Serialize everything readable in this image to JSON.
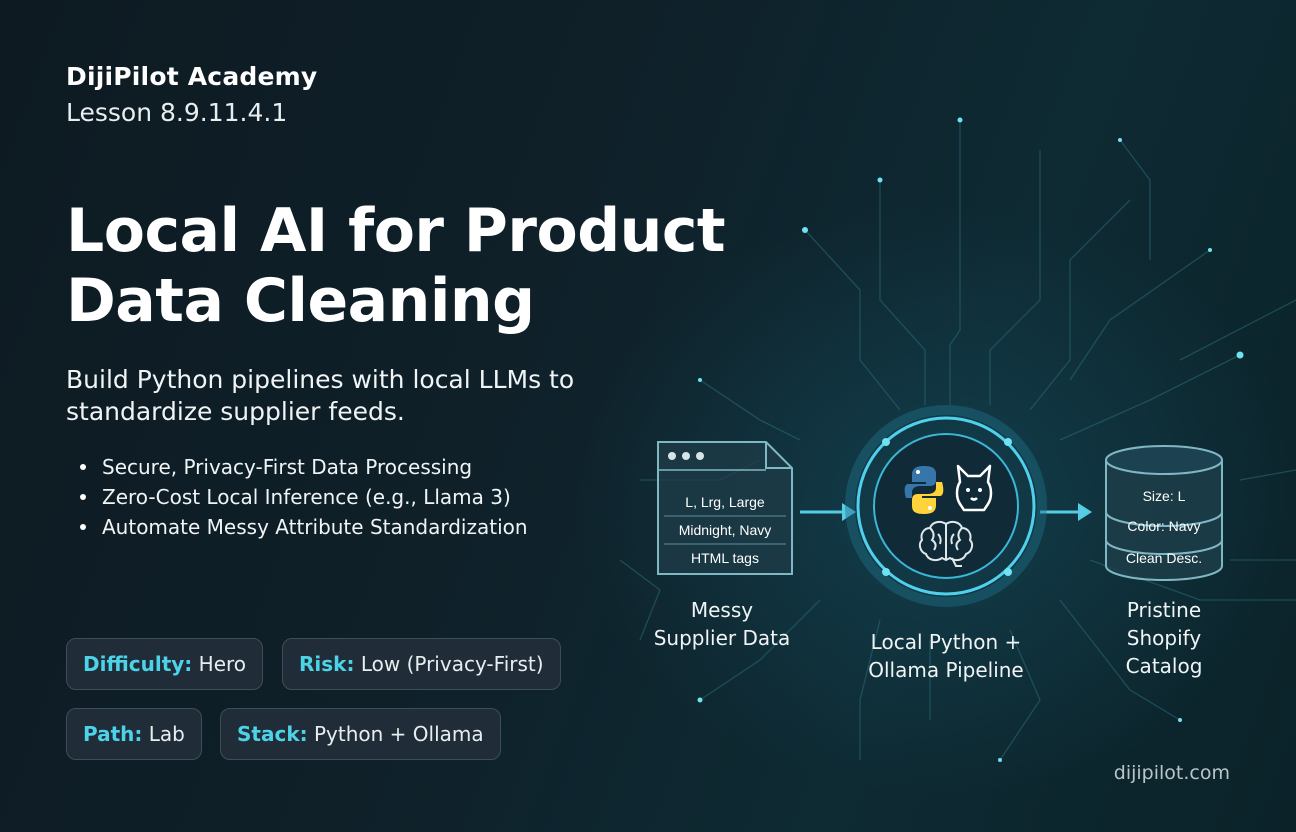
{
  "header": {
    "brand": "DijiPilot Academy",
    "lesson": "Lesson 8.9.11.4.1"
  },
  "title": {
    "line1": "Local AI for Product",
    "line2": "Data Cleaning"
  },
  "subtitle": "Build Python pipelines with local LLMs to standardize supplier feeds.",
  "bullets": [
    "Secure, Privacy-First Data Processing",
    "Zero-Cost Local Inference (e.g., Llama 3)",
    "Automate Messy Attribute Standardization"
  ],
  "tags": [
    {
      "key": "Difficulty:",
      "value": "Hero"
    },
    {
      "key": "Risk:",
      "value": "Low (Privacy-First)"
    },
    {
      "key": "Path:",
      "value": "Lab"
    },
    {
      "key": "Stack:",
      "value": "Python + Ollama"
    }
  ],
  "diagram": {
    "source": {
      "rows": [
        "L, Lrg, Large",
        "Midnight, Navy",
        "HTML tags"
      ],
      "caption_line1": "Messy",
      "caption_line2": "Supplier Data"
    },
    "pipeline": {
      "caption_line1": "Local Python +",
      "caption_line2": "Ollama Pipeline",
      "icons": [
        "python-logo-icon",
        "llama-icon",
        "brain-icon"
      ]
    },
    "target": {
      "rows": [
        "Size: L",
        "Color: Navy",
        "Clean Desc."
      ],
      "caption_line1": "Pristine",
      "caption_line2": "Shopify",
      "caption_line3": "Catalog"
    }
  },
  "footer": "dijipilot.com",
  "colors": {
    "accent": "#4dd3e8",
    "background": "#0f2029",
    "glow": "#3fc9ea",
    "python_blue": "#3776ab",
    "python_yellow": "#ffd43b"
  }
}
